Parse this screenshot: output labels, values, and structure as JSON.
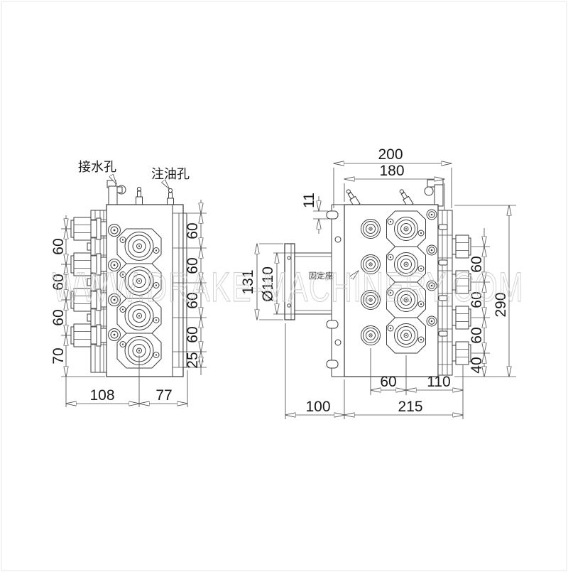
{
  "watermark": {
    "text": "WWW.DRAKE-MACHINERY.COM",
    "color": "#c9c9c9"
  },
  "labels": {
    "water_hole": "接水孔",
    "oil_fill_hole": "注油孔",
    "mounting_seat": "固定座"
  },
  "left_view": {
    "left_chain": [
      "60",
      "60",
      "60",
      "70"
    ],
    "right_chain": [
      "60",
      "60",
      "60",
      "60",
      "25"
    ],
    "bottom_chain": [
      "108",
      "77"
    ]
  },
  "right_view": {
    "top_chain": [
      "200",
      "180"
    ],
    "slot_height": "11",
    "flange_height": "131",
    "bore_diameter": "Ø110",
    "right_chain": [
      "60",
      "60",
      "60",
      "40"
    ],
    "overall_height": "290",
    "bottom_port_chain": [
      "60",
      "110"
    ],
    "bottom_overall_chain": [
      "100",
      "215"
    ]
  },
  "colors": {
    "outline": "#3d3d3d",
    "dimension": "#4f4f4f",
    "text": "#1a1a1a"
  }
}
